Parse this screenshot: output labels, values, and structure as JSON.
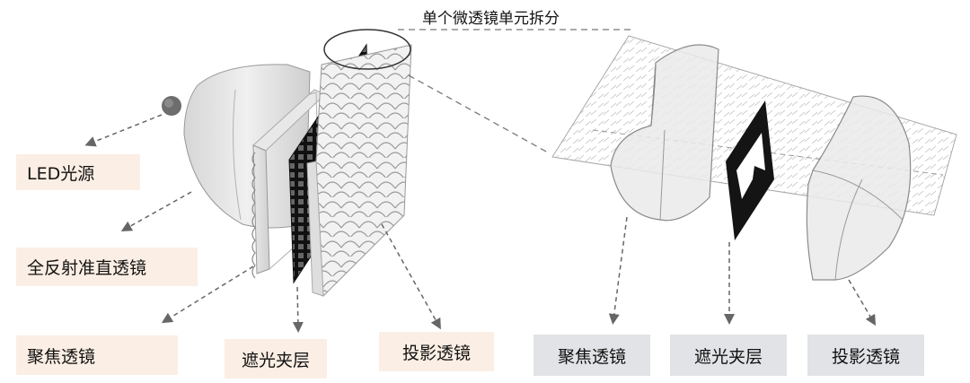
{
  "title": "单个微透镜单元拆分",
  "left_labels": {
    "led": "LED光源",
    "tir": "全反射准直透镜",
    "focus": "聚焦透镜",
    "mask": "遮光夹层",
    "proj": "投影透镜"
  },
  "right_labels": {
    "focus": "聚焦透镜",
    "mask": "遮光夹层",
    "proj": "投影透镜"
  },
  "colors": {
    "left_label_bg": "#fbeee4",
    "right_label_bg": "#e2e3e6",
    "arrow": "#666666"
  }
}
